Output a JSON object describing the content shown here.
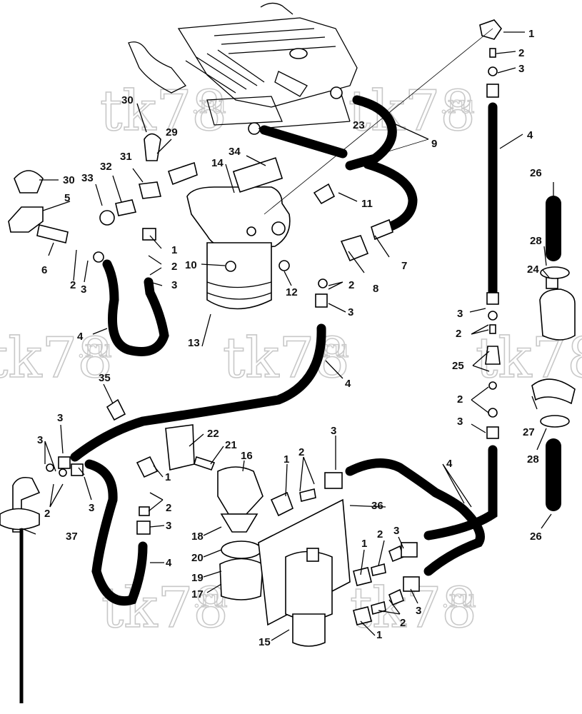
{
  "watermark": {
    "text": "tk78",
    "suffix": ".ru"
  },
  "callouts": [
    {
      "id": "c1a",
      "text": "1"
    },
    {
      "id": "c2a",
      "text": "2"
    },
    {
      "id": "c3a",
      "text": "3"
    },
    {
      "id": "c4a",
      "text": "4"
    },
    {
      "id": "c9",
      "text": "9"
    },
    {
      "id": "c23",
      "text": "23"
    },
    {
      "id": "c30a",
      "text": "30"
    },
    {
      "id": "c29",
      "text": "29"
    },
    {
      "id": "c34",
      "text": "34"
    },
    {
      "id": "c14",
      "text": "14"
    },
    {
      "id": "c31",
      "text": "31"
    },
    {
      "id": "c32",
      "text": "32"
    },
    {
      "id": "c33",
      "text": "33"
    },
    {
      "id": "c30b",
      "text": "30"
    },
    {
      "id": "c5",
      "text": "5"
    },
    {
      "id": "c11",
      "text": "11"
    },
    {
      "id": "c26a",
      "text": "26"
    },
    {
      "id": "c28a",
      "text": "28"
    },
    {
      "id": "c24",
      "text": "24"
    },
    {
      "id": "c7",
      "text": "7"
    },
    {
      "id": "c8",
      "text": "8"
    },
    {
      "id": "c10",
      "text": "10"
    },
    {
      "id": "c12",
      "text": "12"
    },
    {
      "id": "c6",
      "text": "6"
    },
    {
      "id": "c1b",
      "text": "1"
    },
    {
      "id": "c2b",
      "text": "2"
    },
    {
      "id": "c3b",
      "text": "3"
    },
    {
      "id": "c2c",
      "text": "2"
    },
    {
      "id": "c3c",
      "text": "3"
    },
    {
      "id": "c2d",
      "text": "2"
    },
    {
      "id": "c3d",
      "text": "3"
    },
    {
      "id": "c13",
      "text": "13"
    },
    {
      "id": "c4b",
      "text": "4"
    },
    {
      "id": "c3e",
      "text": "3"
    },
    {
      "id": "c2e",
      "text": "2"
    },
    {
      "id": "c25",
      "text": "25"
    },
    {
      "id": "c4c",
      "text": "4"
    },
    {
      "id": "c35",
      "text": "35"
    },
    {
      "id": "c2f",
      "text": "2"
    },
    {
      "id": "c3f",
      "text": "3"
    },
    {
      "id": "c27",
      "text": "27"
    },
    {
      "id": "c3g",
      "text": "3"
    },
    {
      "id": "c3h",
      "text": "3"
    },
    {
      "id": "c22",
      "text": "22"
    },
    {
      "id": "c21",
      "text": "21"
    },
    {
      "id": "c16",
      "text": "16"
    },
    {
      "id": "c1c",
      "text": "1"
    },
    {
      "id": "c2g",
      "text": "2"
    },
    {
      "id": "c3i",
      "text": "3"
    },
    {
      "id": "c28b",
      "text": "28"
    },
    {
      "id": "c2h",
      "text": "2"
    },
    {
      "id": "c3j",
      "text": "3"
    },
    {
      "id": "c1d",
      "text": "1"
    },
    {
      "id": "c2i",
      "text": "2"
    },
    {
      "id": "c3k",
      "text": "3"
    },
    {
      "id": "c4d",
      "text": "4"
    },
    {
      "id": "c36",
      "text": "36"
    },
    {
      "id": "c1e",
      "text": "1"
    },
    {
      "id": "c2j",
      "text": "2"
    },
    {
      "id": "c3l",
      "text": "3"
    },
    {
      "id": "c37",
      "text": "37"
    },
    {
      "id": "c18",
      "text": "18"
    },
    {
      "id": "c4e",
      "text": "4"
    },
    {
      "id": "c26b",
      "text": "26"
    },
    {
      "id": "c20",
      "text": "20"
    },
    {
      "id": "c19",
      "text": "19"
    },
    {
      "id": "c17",
      "text": "17"
    },
    {
      "id": "c2k",
      "text": "2"
    },
    {
      "id": "c3m",
      "text": "3"
    },
    {
      "id": "c1f",
      "text": "1"
    },
    {
      "id": "c15",
      "text": "15"
    }
  ]
}
